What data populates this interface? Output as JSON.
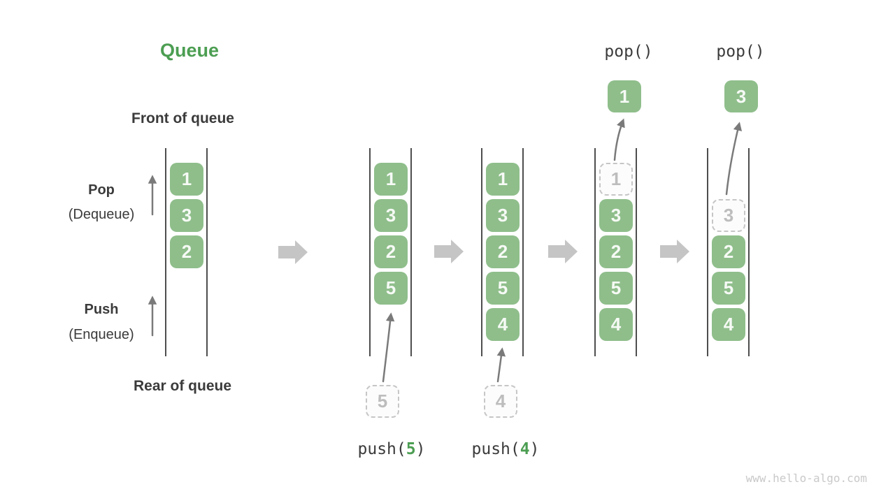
{
  "title": "Queue",
  "labels": {
    "front_of_queue": "Front of queue",
    "rear_of_queue": "Rear of queue",
    "pop": "Pop",
    "pop_alias": "(Dequeue)",
    "push": "Push",
    "push_alias": "(Enqueue)"
  },
  "queues": [
    {
      "cells": [
        {
          "value": "1",
          "style": "solid"
        },
        {
          "value": "3",
          "style": "solid"
        },
        {
          "value": "2",
          "style": "solid"
        }
      ]
    },
    {
      "cells": [
        {
          "value": "1",
          "style": "solid"
        },
        {
          "value": "3",
          "style": "solid"
        },
        {
          "value": "2",
          "style": "solid"
        },
        {
          "value": "5",
          "style": "solid"
        }
      ]
    },
    {
      "cells": [
        {
          "value": "1",
          "style": "solid"
        },
        {
          "value": "3",
          "style": "solid"
        },
        {
          "value": "2",
          "style": "solid"
        },
        {
          "value": "5",
          "style": "solid"
        },
        {
          "value": "4",
          "style": "solid"
        }
      ]
    },
    {
      "cells": [
        {
          "value": "1",
          "style": "ghost"
        },
        {
          "value": "3",
          "style": "solid"
        },
        {
          "value": "2",
          "style": "solid"
        },
        {
          "value": "5",
          "style": "solid"
        },
        {
          "value": "4",
          "style": "solid"
        }
      ]
    },
    {
      "cells": [
        {
          "value": "3",
          "style": "ghost"
        },
        {
          "value": "2",
          "style": "solid"
        },
        {
          "value": "5",
          "style": "solid"
        },
        {
          "value": "4",
          "style": "solid"
        }
      ]
    }
  ],
  "push_operations": [
    {
      "call_prefix": "push(",
      "arg": "5",
      "call_suffix": ")",
      "staged_value": "5"
    },
    {
      "call_prefix": "push(",
      "arg": "4",
      "call_suffix": ")",
      "staged_value": "4"
    }
  ],
  "pop_operations": [
    {
      "call": "pop()",
      "popped_value": "1"
    },
    {
      "call": "pop()",
      "popped_value": "3"
    }
  ],
  "watermark": "www.hello-algo.com",
  "colors": {
    "accent_green": "#4c9e52",
    "cell_green": "#8fbe8b",
    "dark_text": "#3b3b3b",
    "thin_arrow_gray": "#7a7a7a",
    "block_arrow_gray": "#c5c5c5",
    "ghost_border_gray": "#c6c6c6",
    "rail_gray": "#4e4e4e",
    "watermark_gray": "#c9c9c9"
  }
}
